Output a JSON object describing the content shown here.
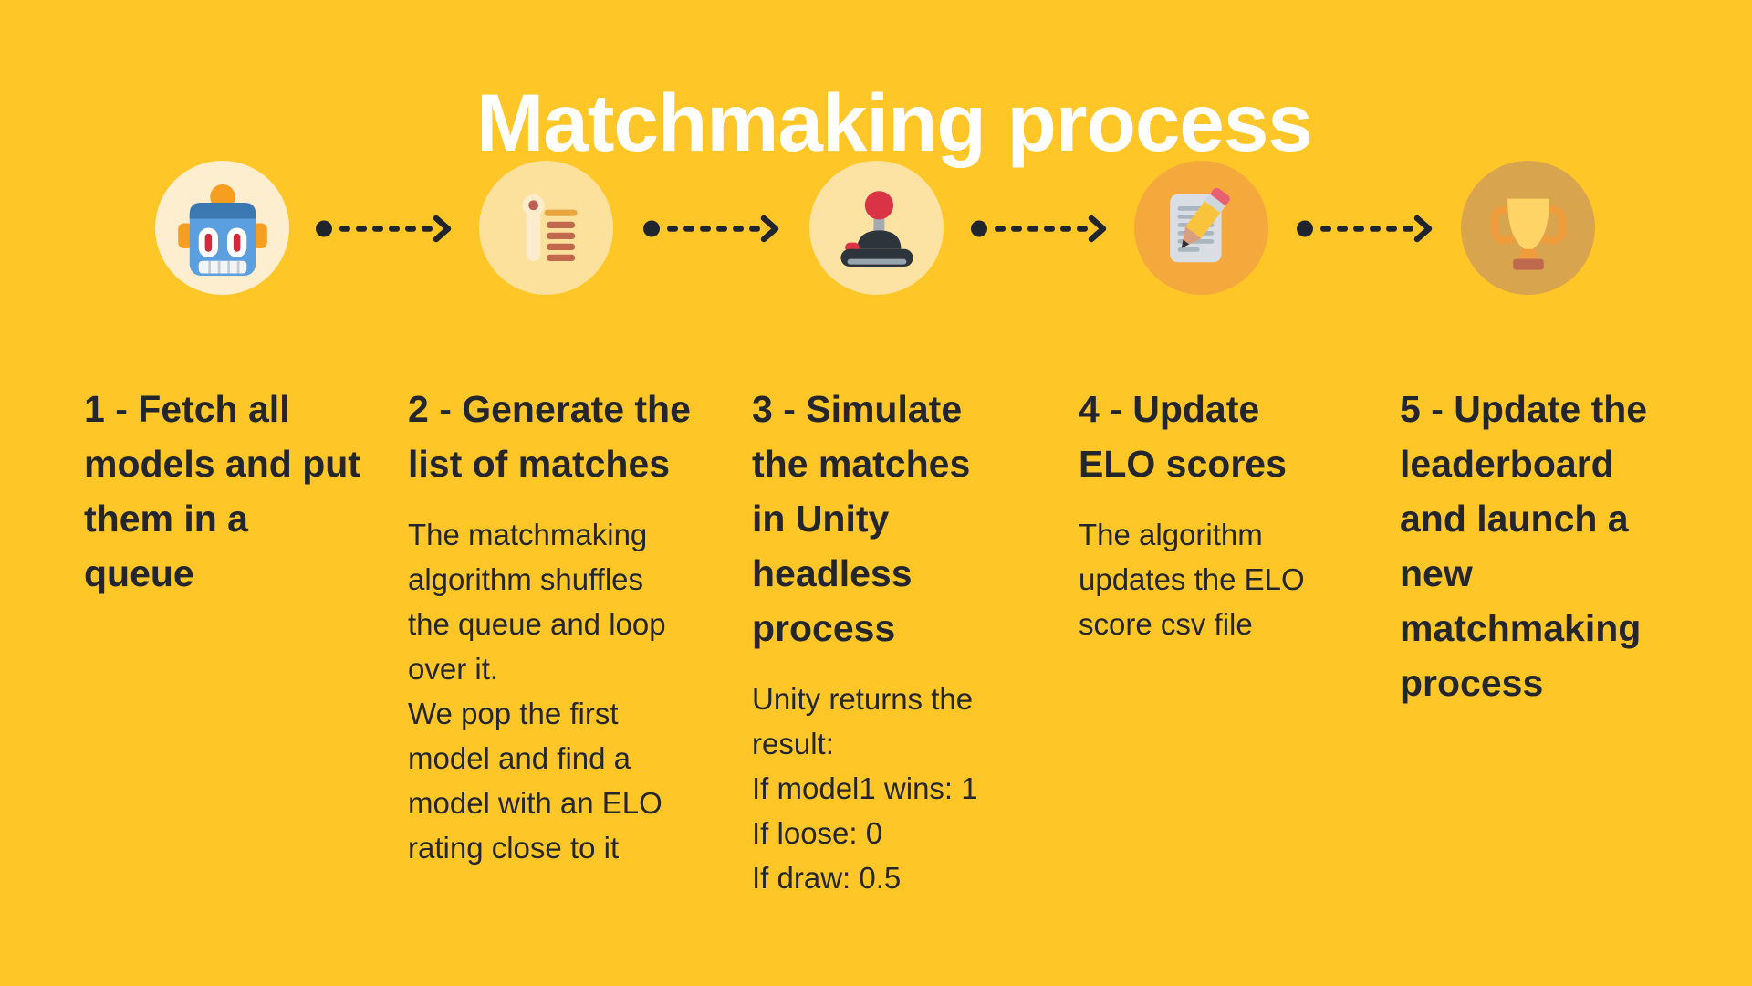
{
  "title": "Matchmaking process",
  "colors": {
    "background": "#FFC628",
    "title_text": "#FFFFFF",
    "step_text": "#23262D",
    "arrow": "#20242C",
    "step_circles": [
      "#FCEECF",
      "#FBE19C",
      "#FCE3A4",
      "#F5A93C",
      "#D9A44E"
    ]
  },
  "steps": [
    {
      "icon": "robot-icon",
      "heading": "1 - Fetch all\nmodels and put\nthem in a\nqueue",
      "body": ""
    },
    {
      "icon": "match-list-icon",
      "heading": "2 - Generate the\nlist of matches",
      "body": "The matchmaking\nalgorithm shuffles\nthe queue and loop\nover it.\nWe pop the first\nmodel and find a\nmodel with an ELO\nrating close to it"
    },
    {
      "icon": "joystick-icon",
      "heading": "3 - Simulate\nthe matches\nin Unity\nheadless\nprocess",
      "body": "Unity returns the\nresult:\nIf model1 wins: 1\nIf loose: 0\nIf draw: 0.5"
    },
    {
      "icon": "memo-pencil-icon",
      "heading": "4 - Update\nELO scores",
      "body": "The algorithm\nupdates the ELO\nscore csv file"
    },
    {
      "icon": "trophy-icon",
      "heading": "5 - Update the\nleaderboard\nand launch a\nnew\nmatchmaking\nprocess",
      "body": ""
    }
  ]
}
